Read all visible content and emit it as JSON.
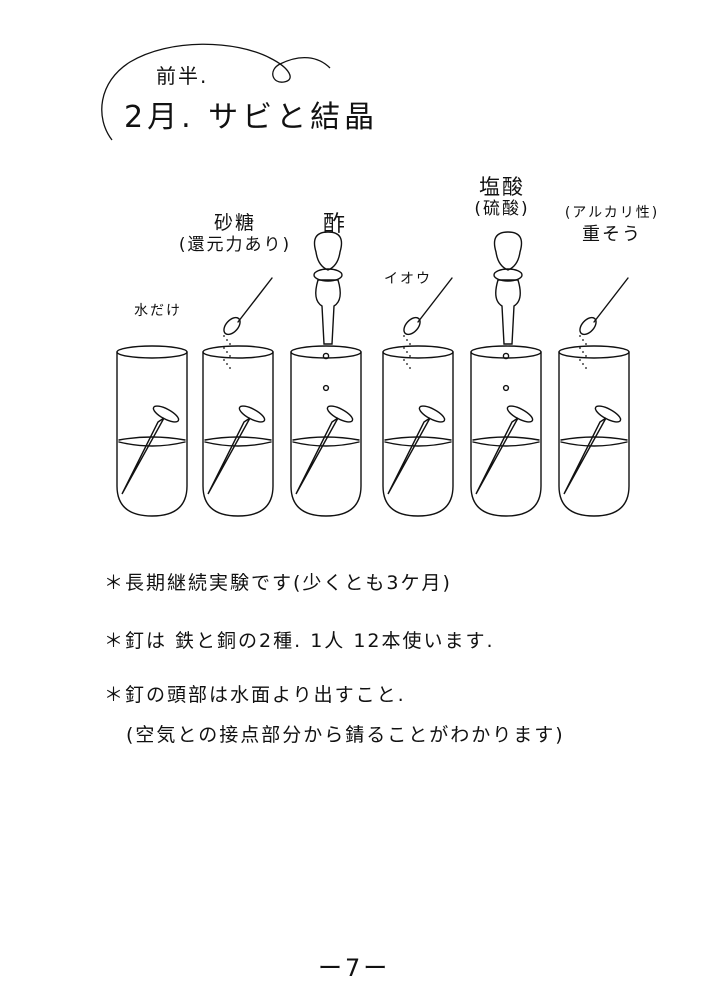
{
  "title": {
    "prefix": "前半.",
    "main": "2月. サビと結晶"
  },
  "tubes": [
    {
      "label_lines": [
        "水だけ"
      ],
      "additive": "none"
    },
    {
      "label_lines": [
        "砂糖",
        "(還元力あり)"
      ],
      "additive": "spoon"
    },
    {
      "label_lines": [
        "酢"
      ],
      "additive": "dropper"
    },
    {
      "label_lines": [
        "イオウ"
      ],
      "additive": "spoon"
    },
    {
      "label_lines": [
        "塩酸",
        "(硫酸)"
      ],
      "additive": "dropper"
    },
    {
      "label_lines": [
        "(アルカリ性)",
        "重そう"
      ],
      "additive": "spoon"
    }
  ],
  "notes": [
    "＊長期継続実験です(少くとも3ケ月)",
    "＊釘は 鉄と銅の2種. 1人 12本使います.",
    "＊釘の頭部は水面より出すこと.",
    "(空気との接点部分から錆ることがわかります)"
  ],
  "page_number": "ー7ー"
}
